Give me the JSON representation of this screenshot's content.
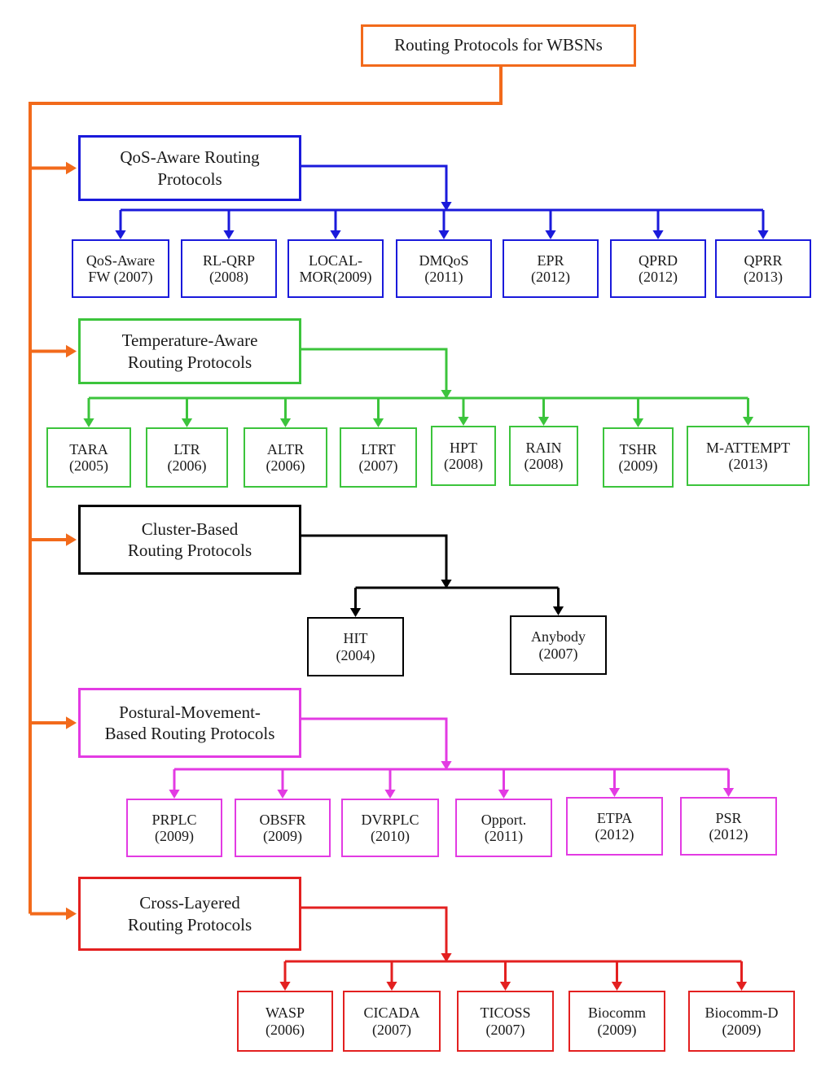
{
  "root": {
    "title": "Routing Protocols for WBSNs",
    "color": "#f26a1b"
  },
  "categories": [
    {
      "id": "qos",
      "lines": [
        "QoS-Aware Routing",
        "Protocols"
      ],
      "color": "#1a1adb",
      "children": [
        [
          "QoS-Aware",
          "FW (2007)"
        ],
        [
          "RL-QRP",
          "(2008)"
        ],
        [
          "LOCAL-",
          "MOR(2009)"
        ],
        [
          "DMQoS",
          "(2011)"
        ],
        [
          "EPR",
          "(2012)"
        ],
        [
          "QPRD",
          "(2012)"
        ],
        [
          "QPRR",
          "(2013)"
        ]
      ]
    },
    {
      "id": "temperature",
      "lines": [
        "Temperature-Aware",
        "Routing Protocols"
      ],
      "color": "#3cc43c",
      "children": [
        [
          "TARA",
          "(2005)"
        ],
        [
          "LTR",
          "(2006)"
        ],
        [
          "ALTR",
          "(2006)"
        ],
        [
          "LTRT",
          "(2007)"
        ],
        [
          "HPT",
          "(2008)"
        ],
        [
          "RAIN",
          "(2008)"
        ],
        [
          "TSHR",
          "(2009)"
        ],
        [
          "M-ATTEMPT",
          "(2013)"
        ]
      ]
    },
    {
      "id": "cluster",
      "lines": [
        "Cluster-Based",
        "Routing Protocols"
      ],
      "color": "#000000",
      "children": [
        [
          "HIT",
          "(2004)"
        ],
        [
          "Anybody",
          "(2007)"
        ]
      ]
    },
    {
      "id": "postural",
      "lines": [
        "Postural-Movement-",
        "Based Routing Protocols"
      ],
      "color": "#e33be3",
      "children": [
        [
          "PRPLC",
          "(2009)"
        ],
        [
          "OBSFR",
          "(2009)"
        ],
        [
          "DVRPLC",
          "(2010)"
        ],
        [
          "Opport.",
          "(2011)"
        ],
        [
          "ETPA",
          "(2012)"
        ],
        [
          "PSR",
          "(2012)"
        ]
      ]
    },
    {
      "id": "cross",
      "lines": [
        "Cross-Layered",
        "Routing Protocols"
      ],
      "color": "#e32020",
      "children": [
        [
          "WASP",
          "(2006)"
        ],
        [
          "CICADA",
          "(2007)"
        ],
        [
          "TICOSS",
          "(2007)"
        ],
        [
          "Biocomm",
          "(2009)"
        ],
        [
          "Biocomm-D",
          "(2009)"
        ]
      ]
    }
  ]
}
